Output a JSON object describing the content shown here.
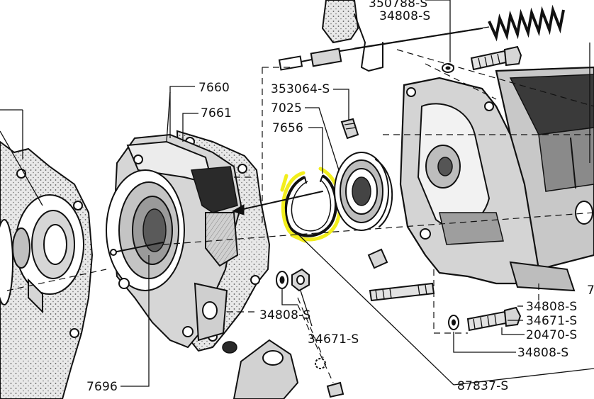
{
  "labels": {
    "p7660": "7660",
    "p7661": "7661",
    "p353064": "353064-S",
    "p7025": "7025",
    "p7656": "7656",
    "p34808_top": "34808-S",
    "p34808_mid": "34808-S",
    "p34671_mid": "34671-S",
    "p7696": "7696",
    "p87837": "87837-S",
    "p34808_r1": "34808-S",
    "p34671_r": "34671-S",
    "p20470": "20470-S",
    "p34808_r2": "34808-S",
    "p350788_partial": "350788-S",
    "p_right_edge": "7"
  },
  "highlight": {
    "color": "#f2ee1c",
    "target": "7656"
  }
}
